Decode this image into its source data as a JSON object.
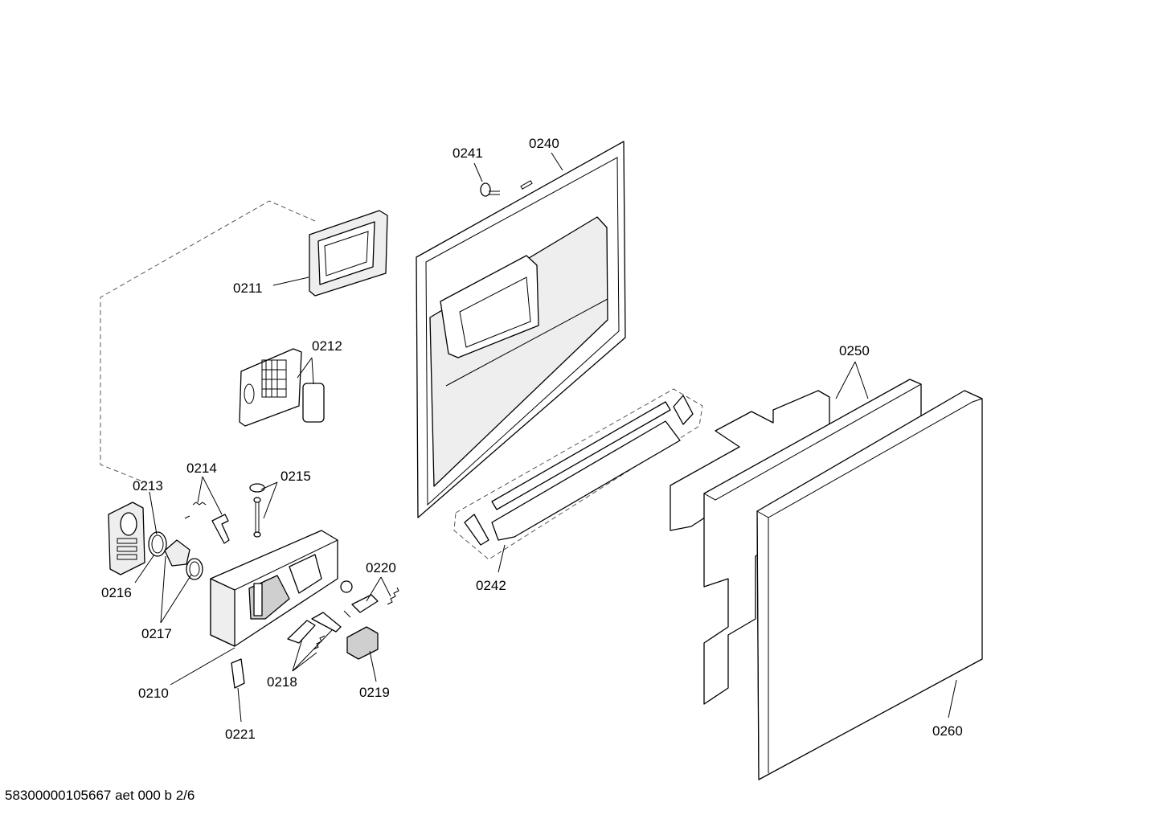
{
  "labels": {
    "p0210": "0210",
    "p0211": "0211",
    "p0212": "0212",
    "p0213": "0213",
    "p0214": "0214",
    "p0215": "0215",
    "p0216": "0216",
    "p0217": "0217",
    "p0218": "0218",
    "p0219": "0219",
    "p0220": "0220",
    "p0221": "0221",
    "p0240": "0240",
    "p0241": "0241",
    "p0242": "0242",
    "p0250": "0250",
    "p0260": "0260"
  },
  "footer": {
    "code": "58300000105667 aet 000 b 2/6"
  }
}
